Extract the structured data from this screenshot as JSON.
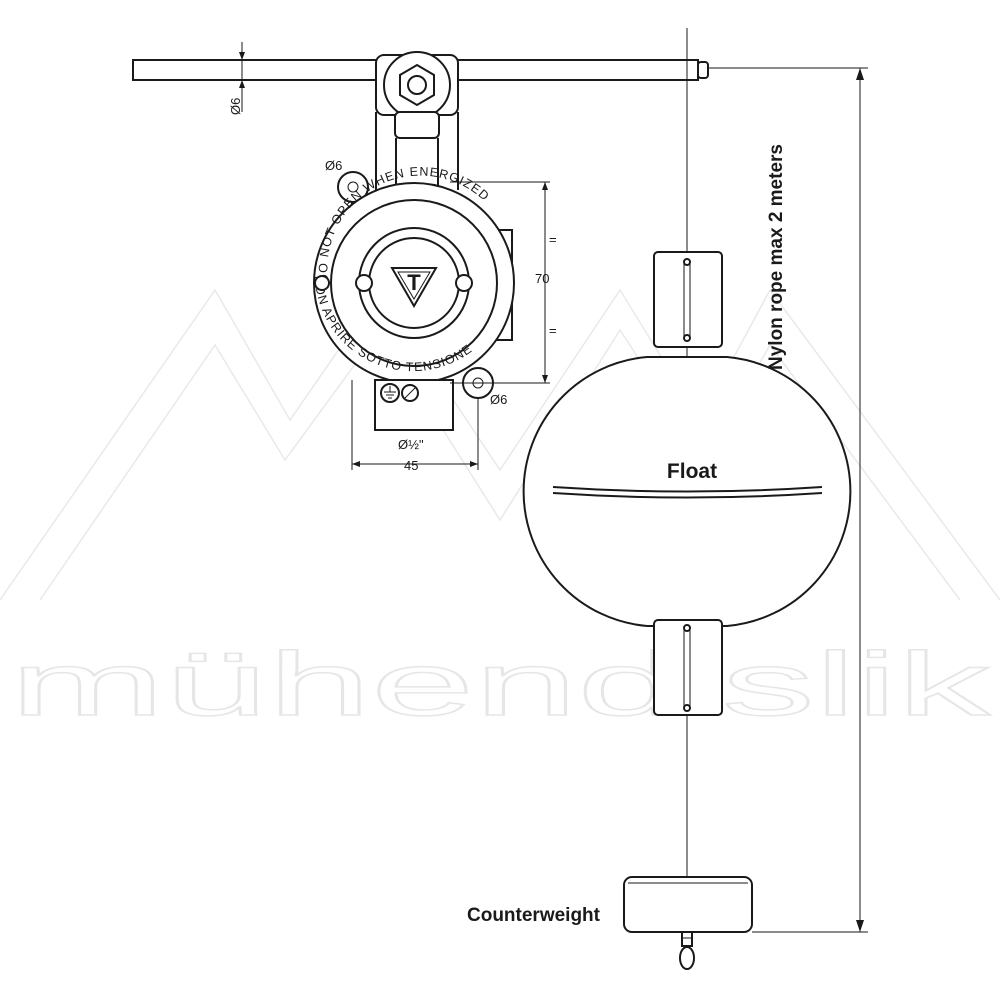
{
  "watermark": {
    "text": "mühendislik"
  },
  "dimensions": {
    "rod_diameter": "Ø6",
    "mount_hole_top": "Ø6",
    "mount_hole_bottom": "Ø6",
    "height": "70",
    "equal_top": "=",
    "equal_bottom": "=",
    "conduit": "Ø½\"",
    "width": "45"
  },
  "housing": {
    "ring_text_top": "DO NOT OPEN WHEN ENERGIZED",
    "ring_text_bottom": "NON APRIRE SOTTO TENSIONE",
    "logo": "T"
  },
  "labels": {
    "rope": "Nylon rope max 2 meters",
    "float": "Float",
    "counterweight": "Counterweight"
  }
}
